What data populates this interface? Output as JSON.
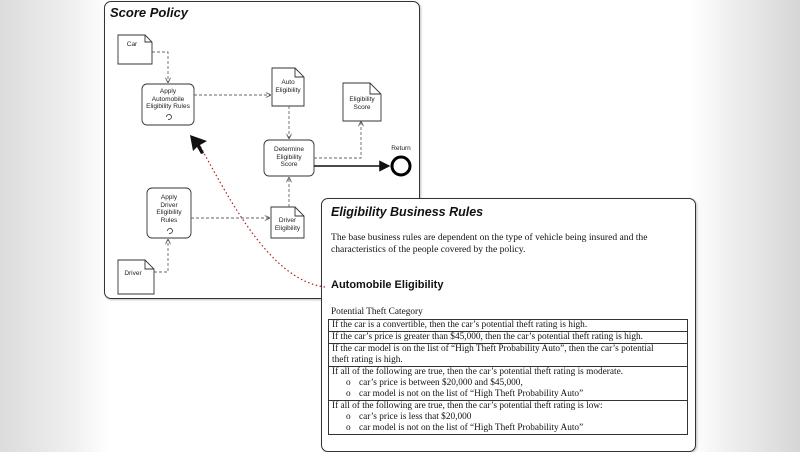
{
  "score_policy": {
    "title": "Score Policy",
    "nodes": {
      "car": "Car",
      "apply_auto_rules": [
        "Apply",
        "Automobile",
        "Eligibility Rules"
      ],
      "auto_eligibility": [
        "Auto",
        "Eligibility"
      ],
      "eligibility_score": [
        "Eligibility",
        "Score"
      ],
      "determine_score": [
        "Determine",
        "Eligibility",
        "Score"
      ],
      "return": "Return",
      "apply_driver_rules": [
        "Apply",
        "Driver",
        "Eligibility",
        "Rules"
      ],
      "driver_eligibility": [
        "Driver",
        "Eligibility"
      ],
      "driver": "Driver"
    }
  },
  "business_rules": {
    "title": "Eligibility Business Rules",
    "intro_line1": "The base business rules are dependent on the type of vehicle being insured and the",
    "intro_line2": "characteristics of the people covered by the policy.",
    "section_heading": "Automobile Eligibility",
    "table_caption": "Potential Theft Category",
    "rows": {
      "r1": "If the car is a convertible, then the car’s potential theft rating is high.",
      "r2": "If the car’s price is greater than $45,000, then the car’s potential theft rating is high.",
      "r3a": "If the car model is on the list of “High Theft Probability Auto”, then the car’s potential",
      "r3b": "theft rating is high.",
      "r4": "If all of the following are true, then the car’s potential theft rating is moderate.",
      "r4_items": [
        "car’s price is between $20,000 and $45,000,",
        "car model is not on the list of  “High Theft Probability Auto”"
      ],
      "r5": "If all of the following are true, then the car’s potential theft rating is low:",
      "r5_items": [
        "car’s price is less that $20,000",
        "car model is not on the list of  “High Theft Probability Auto”"
      ],
      "bullet": "o"
    }
  }
}
